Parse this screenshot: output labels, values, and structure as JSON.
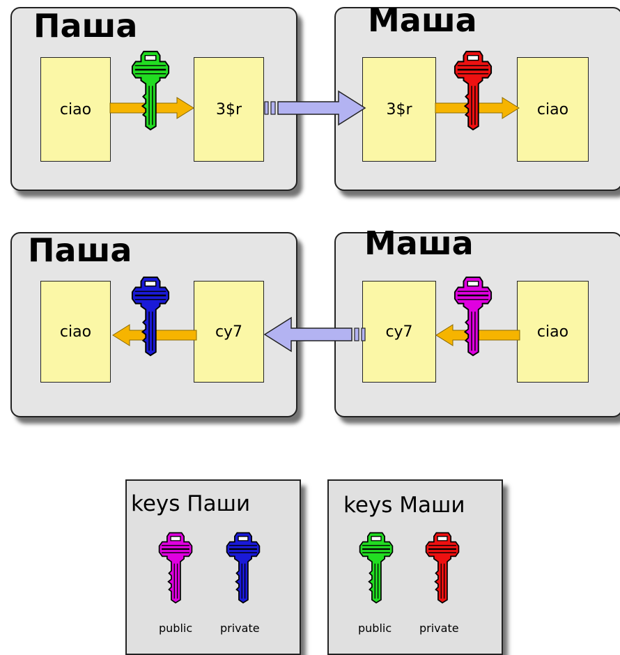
{
  "top_row": {
    "left_title": "Паша",
    "right_title": "Маша",
    "note_left_plain": "ciao",
    "note_left_cipher": "3$r",
    "note_right_cipher": "3$r",
    "note_right_plain": "ciao",
    "left_key_color": "green",
    "right_key_color": "red"
  },
  "bottom_row": {
    "left_title": "Паша",
    "right_title": "Маша",
    "note_left_plain": "ciao",
    "note_left_cipher": "cy7",
    "note_right_cipher": "cy7",
    "note_right_plain": "ciao",
    "left_key_color": "blue",
    "right_key_color": "magenta"
  },
  "legend": {
    "pasha": {
      "title": "keys Паши",
      "public_label": "public",
      "private_label": "private",
      "public_color": "magenta",
      "private_color": "blue"
    },
    "masha": {
      "title": "keys Маши",
      "public_label": "public",
      "private_label": "private",
      "public_color": "green",
      "private_color": "red"
    }
  },
  "colors": {
    "panel_bg": "#e5e5e5",
    "note_bg": "#fbf7a6",
    "process_arrow": "#f6b400",
    "transfer_arrow": "#b3b3f2",
    "green": "#22dd22",
    "red": "#ee1111",
    "blue": "#1a1ad8",
    "magenta": "#e000e0"
  }
}
